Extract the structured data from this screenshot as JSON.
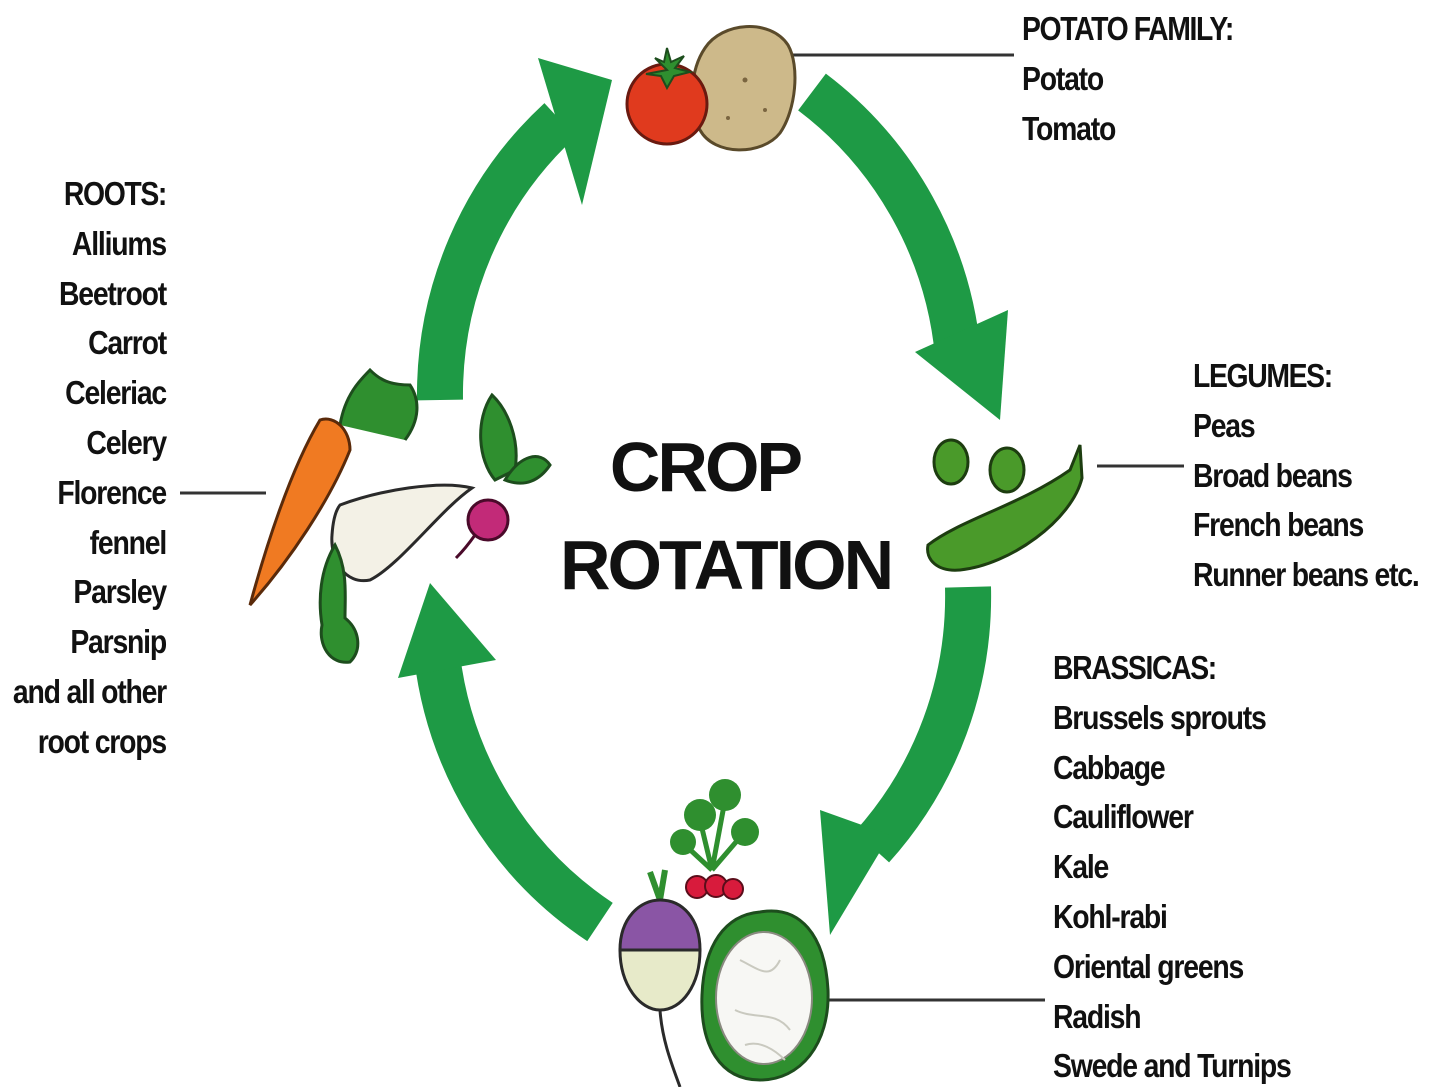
{
  "title": [
    "CROP",
    "ROTATION"
  ],
  "groups": {
    "potato": {
      "heading": "POTATO FAMILY:",
      "items": [
        "Potato",
        "Tomato"
      ]
    },
    "legumes": {
      "heading": "LEGUMES:",
      "items": [
        "Peas",
        "Broad beans",
        "French beans",
        "Runner beans etc."
      ]
    },
    "brassicas": {
      "heading": "BRASSICAS:",
      "items": [
        "Brussels sprouts",
        "Cabbage",
        "Cauliflower",
        "Kale",
        "Kohl-rabi",
        "Oriental greens",
        "Radish",
        "Swede and Turnips"
      ]
    },
    "roots": {
      "heading": "ROOTS:",
      "items": [
        "Alliums",
        "Beetroot",
        "Carrot",
        "Celeriac",
        "Celery",
        "Florence",
        "fennel",
        "Parsley",
        "Parsnip",
        "and all other",
        "root crops"
      ]
    }
  },
  "colors": {
    "arrow": "#1e9a45",
    "text": "#111111",
    "leaf": "#2f8f2f",
    "tomato": "#e03a1e",
    "potato": "#cdb98a",
    "carrot": "#f07a22",
    "parsnip": "#f3f1e6",
    "beet": "#c22a78",
    "pea": "#4a9a2a",
    "turnip_top": "#8a55a5",
    "turnip_bottom": "#e7eac9",
    "radish": "#d81b3c",
    "cauliflower": "#f7f7f4"
  },
  "icons": [
    "tomato-icon",
    "potato-icon",
    "peas-icon",
    "pea-pod-icon",
    "carrot-icon",
    "parsnip-icon",
    "beetroot-icon",
    "turnip-icon",
    "radish-bunch-icon",
    "cauliflower-icon"
  ]
}
